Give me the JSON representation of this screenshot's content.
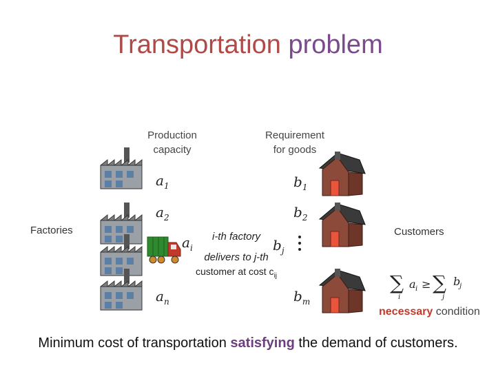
{
  "title": {
    "word1": "Transportation",
    "word2": "problem"
  },
  "headers": {
    "production_l1": "Production",
    "production_l2": "capacity",
    "requirement_l1": "Requirement",
    "requirement_l2": "for goods"
  },
  "labels": {
    "factories": "Factories",
    "customers": "Customers"
  },
  "supply": [
    {
      "sym": "a",
      "sub": "1"
    },
    {
      "sym": "a",
      "sub": "2"
    },
    {
      "sym": "a",
      "sub": "i"
    },
    {
      "sym": "a",
      "sub": "n"
    }
  ],
  "demand": [
    {
      "sym": "b",
      "sub": "1"
    },
    {
      "sym": "b",
      "sub": "2"
    },
    {
      "sym": "b",
      "sub": "j"
    },
    {
      "sym": "b",
      "sub": "m"
    }
  ],
  "delivery_note": {
    "l1": "i-th factory",
    "l2": "delivers to j-th",
    "l3": "customer at cost c",
    "l3_sub": "ij"
  },
  "condition": {
    "formula_lhs": "a",
    "lhs_sub": "i",
    "op": "≥",
    "formula_rhs": "b",
    "rhs_sub": "j",
    "sum_lhs_index": "i",
    "sum_rhs_index": "j",
    "word1": "necessary",
    "word2": "condition"
  },
  "bottom": {
    "pre": "Minimum cost of transportation ",
    "highlight": "satisfying",
    "post": " the demand of customers."
  },
  "colors": {
    "title1": "#b04a48",
    "title2": "#7a4a8c",
    "house_roof": "#3a3a3a",
    "house_wall": "#8b4a3a",
    "door": "#e8553a",
    "truck_cab": "#c0392b",
    "truck_bed": "#2f8a2f"
  }
}
